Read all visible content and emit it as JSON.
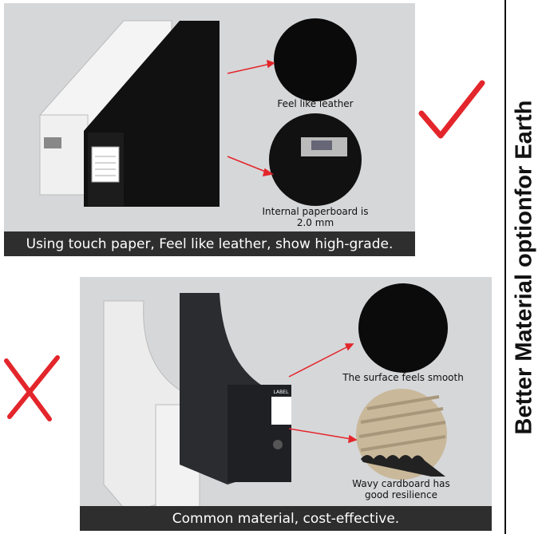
{
  "top_panel": {
    "caption": "Using touch paper, Feel like leather, show high-grade.",
    "callouts": [
      "Feel like leather",
      "Internal paperboard is 2.0 mm"
    ],
    "callout_line1": "Internal paperboard is",
    "callout_line2": "2.0 mm",
    "verdict_icon": "checkmark-icon"
  },
  "bottom_panel": {
    "caption": "Common material, cost-effective.",
    "surface_label": "The surface feels smooth",
    "cardboard_line1": "Wavy cardboard has",
    "cardboard_line2": "good resilience",
    "box_label": "LABEL",
    "verdict_icon": "cross-icon"
  },
  "side_title": "Better Material optionfor Earth",
  "colors": {
    "accent_red": "#e3262b",
    "panel_gray": "#d6d7d9",
    "caption_bar": "#2e2e2e"
  }
}
